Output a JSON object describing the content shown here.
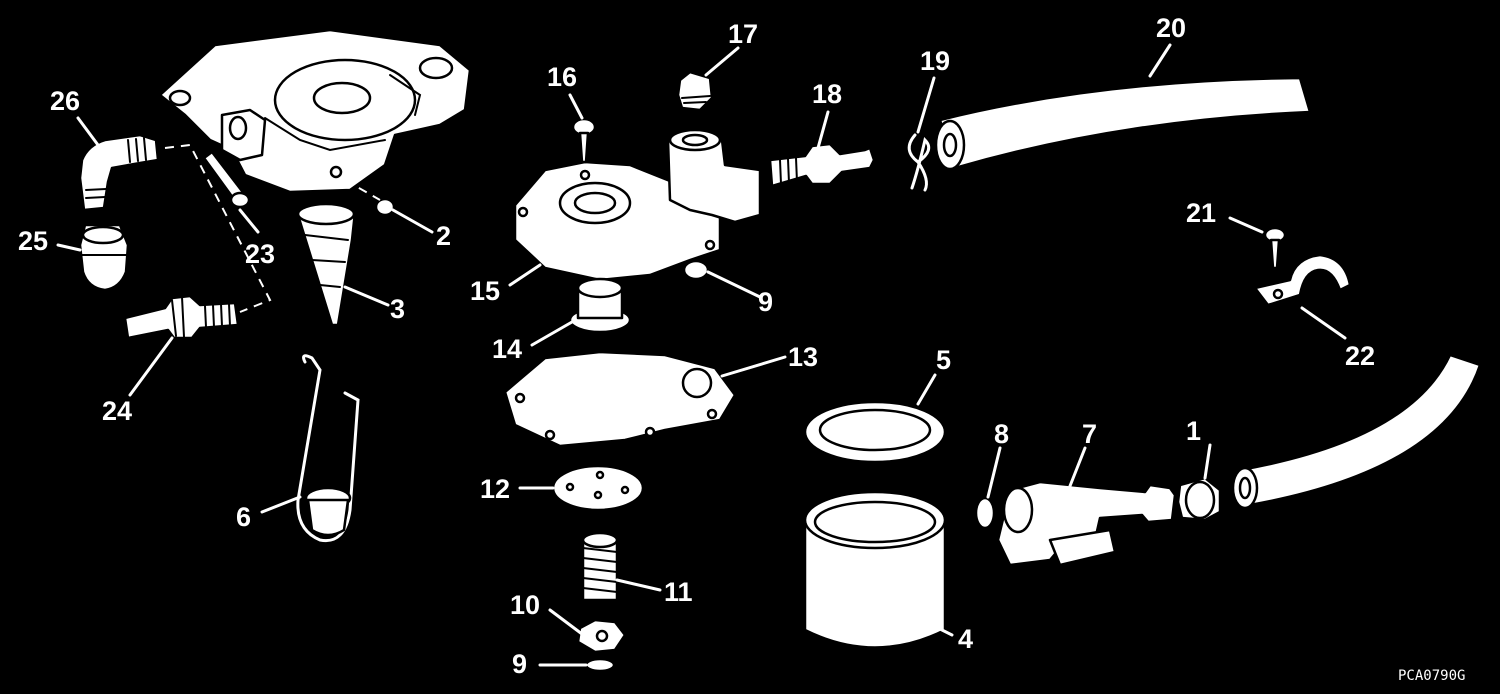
{
  "diagram": {
    "type": "exploded-parts-view",
    "background_color": "#000000",
    "ink_color": "#ffffff",
    "figure_code": "PCA0790G",
    "callouts": [
      "1",
      "2",
      "3",
      "4",
      "5",
      "6",
      "7",
      "8",
      "9",
      "9",
      "10",
      "11",
      "12",
      "13",
      "14",
      "15",
      "16",
      "17",
      "18",
      "19",
      "20",
      "21",
      "22",
      "23",
      "24",
      "25",
      "26"
    ]
  }
}
